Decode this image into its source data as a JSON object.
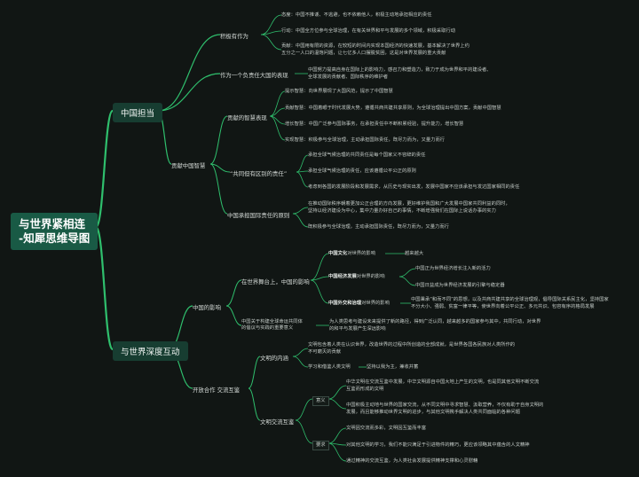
{
  "root": {
    "line1": "与世界紧相连",
    "line2": "-知犀思维导图"
  },
  "branches": {
    "china": {
      "label": "中国担当",
      "active": {
        "label": "积极有作为",
        "items": [
          "态度：中国不推诿、不逃避，也不依赖他人，积极主动地承担相应的责任",
          "行动：中国全方位参与全球治理，在有关世界和平与发展的多个领域，积极采取行动",
          "贡献：中国用有限的资源，在较短的时间内实现本国经济的快速发展，基本解决了世界上约",
          "五分之一人口的温饱问题，让七亿多人口摆脱贫困，这是对世界发展的重大贡献"
        ]
      },
      "responsible": {
        "label": "作为一个负责任大国的表现",
        "items": [
          "中国努力提高自身在国际上的影响力，感召力和塑造力，致力于成为世界和平的建设者、",
          "全球发展的贡献者、国际秩序的维护者"
        ]
      },
      "wisdom": {
        "label": "贡献中国智慧",
        "contrib": {
          "label": "贡献的智慧表现",
          "items": [
            "提示智慧：向世界展现了大国风范，提示了中国智慧",
            "贡献智慧：中国着眼于时代发展大势，遵循共商共建共享原则，为全球治理提出中国方案，贡献中国智慧",
            "增长智慧：中国广泛参与国际事务，在承担责任中不断积累经验，提升能力，增长智慧",
            "实现智慧：积极参与全球治理，主动承担国际责任，既尽力而为，又量力而行"
          ]
        },
        "common": {
          "label": "“共同但有区别的责任”",
          "items": [
            "承担全球气候治理的共同责任是每个国家义不容辞的责任",
            "承担全球气候治理的责任，应该遵循公平公正的原则",
            "考虑到各国的发展阶段和发展需求，从历史与现实出发，发展中国家不应该承担与发达国家相同的责任"
          ]
        },
        "intl": {
          "label": "中国承担国际责任的原则",
          "items": [
            "在推动国际秩序朝着更加公正合理的方向发展，更好维护我国和广大发展中国家共同利益的同时，",
            "坚持以经济建设为中心，集中力量办好自己的事情，不断增强我们在国际上说话办事的实力",
            "既积极参与全球治理，主动承担国际责任，既尽力而为，又量力而行"
          ]
        }
      }
    },
    "world": {
      "label": "与世界深度互动",
      "influence": {
        "label": "中国的影响",
        "growing": {
          "label": "在世界舞台上，中国的影响",
          "culture": {
            "title": "中国文化",
            "text": "对世界的影响",
            "item": "越来越大"
          },
          "economy": {
            "title": "中国经济发展",
            "text": "对世界的影响",
            "items": [
              "中国正为世界经济增长注入新的活力",
              "中国日益成为世界经济发展的引擎与稳定器"
            ]
          },
          "gov": {
            "title": "中国外交和治理",
            "text": "对世界的影响",
            "items": [
              "中国秉承“和而不同”的思想，以及共商共建共享的全球治理观，倡导国际关系民主化，坚持国家",
              "不分大小、强弱、贫富一律平等，使世界向着公平公正、多元共识、包容有序的格局发展"
            ]
          }
        },
        "destiny": {
          "label": "中国关于构建全球命运共同体",
          "label2": "的倡议与实践的重要意义",
          "items": [
            "为人类思考与建设未来提供了新的路径，得到广泛认同，越来越多的国家参与其中，共同行动，对世界",
            "的和平与发展产生深远影响"
          ]
        }
      },
      "exchange": {
        "label": "开放合作 交流互鉴",
        "content": {
          "label": "文明的内涵",
          "items": [
            "文明包含着人类在认识世界，改造世界的过程中所创造的全部成就，是世界各国各民族对人类所作的",
            "不可磨灭的贡献"
          ],
          "learn": {
            "label": "学习和借鉴人类文明",
            "item": "坚持以我为主，兼收并蓄"
          }
        },
        "mutual": {
          "label": "文明交流互鉴",
          "meaning": {
            "label": "意义",
            "items": [
              "中华文明在交流互鉴中发展，中华文明源自中国大地上产生的文明，也是同其他文明不断交流",
              "互鉴而形成的文明",
              "中国积极主动地与世界的国家交流，从不同文明中寻求智慧、汲取营养，不仅有助于自身文明的",
              "发展，而且能够推动世界文明的进步，与其他文明携手解决人类共同面临的各种问题"
            ]
          },
          "require": {
            "label": "要求",
            "items": [
              "文明因交流而多彩，文明因互鉴而丰富",
              "对其他文明的学习，我们不能只满足于引进物件的精巧，更应该领略其中蕴含的人文精神",
              "通过精神的交流互鉴，为人类社会发展提供精神支撑和心灵慰藉"
            ]
          }
        }
      }
    }
  },
  "colors": {
    "background": "#111614",
    "line": "#2fbf6d",
    "root": "#195a45",
    "main": "#173d31"
  }
}
